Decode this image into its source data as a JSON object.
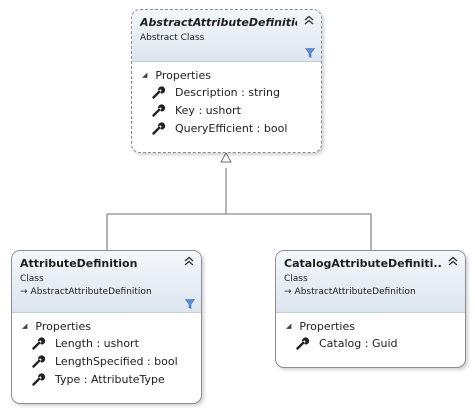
{
  "classes": [
    {
      "id": "abstract",
      "name": "AbstractAttributeDefinition",
      "stereotype": "Abstract Class",
      "section": "Properties",
      "members": [
        "Description : string",
        "Key : ushort",
        "QueryEfficient : bool"
      ]
    },
    {
      "id": "attr",
      "name": "AttributeDefinition",
      "stereotype": "Class",
      "base": "AbstractAttributeDefinition",
      "section": "Properties",
      "members": [
        "Length : ushort",
        "LengthSpecified : bool",
        "Type : AttributeType"
      ]
    },
    {
      "id": "catalog",
      "name": "CatalogAttributeDefiniti...",
      "stereotype": "Class",
      "base": "AbstractAttributeDefinition",
      "section": "Properties",
      "members": [
        "Catalog : Guid"
      ]
    }
  ],
  "icons": {
    "member": "wrench-icon",
    "collapse": "double-chevron-up-icon",
    "filter": "filter-icon"
  },
  "colors": {
    "header_top": "#f4f7fb",
    "header_bottom": "#dde5ef",
    "border": "#8e8e8e",
    "connector": "#6e6e6e"
  }
}
